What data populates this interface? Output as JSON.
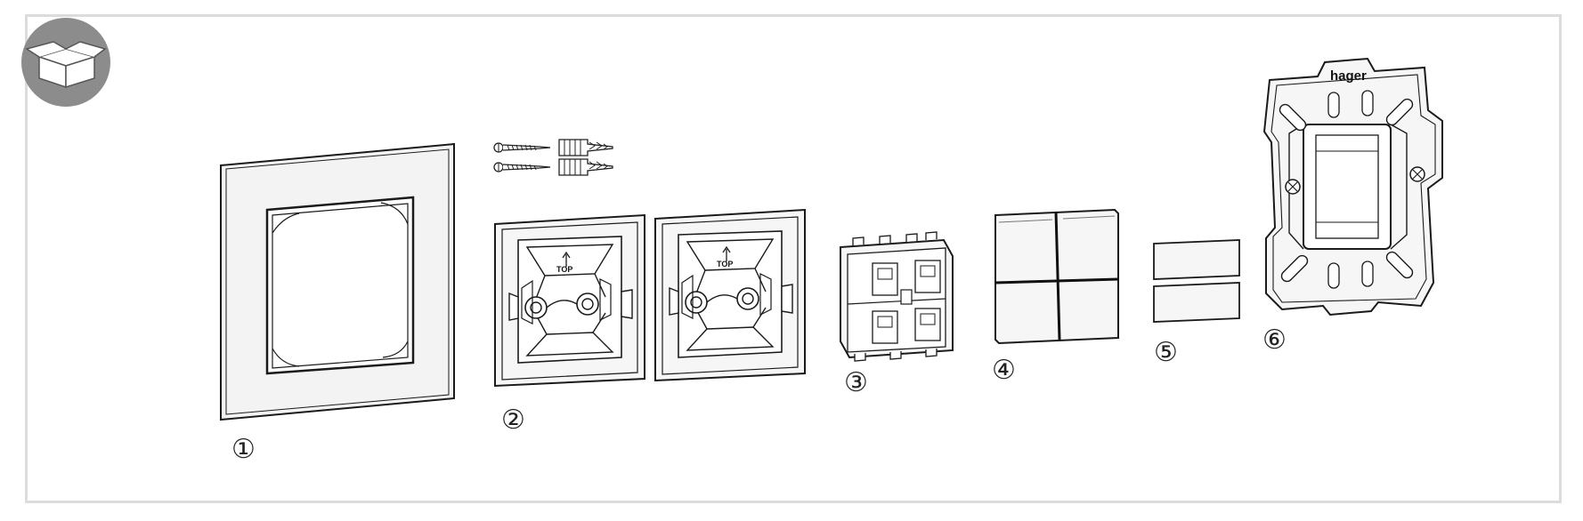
{
  "parts": [
    {
      "marker": "①",
      "name": "cover frame"
    },
    {
      "marker": "②",
      "name": "mounting plates"
    },
    {
      "marker": "③",
      "name": "push-button module"
    },
    {
      "marker": "④",
      "name": "rocker set"
    },
    {
      "marker": "⑤",
      "name": "labels"
    },
    {
      "marker": "⑥",
      "name": "support frame"
    }
  ],
  "plate_marking": "TOP",
  "brand": "hager",
  "icon": "open-box-icon",
  "colors": {
    "border": "#dcdcdc",
    "icon_bg": "#8c8c8c",
    "line": "#1a1a1a",
    "fill": "#f5f5f5"
  }
}
